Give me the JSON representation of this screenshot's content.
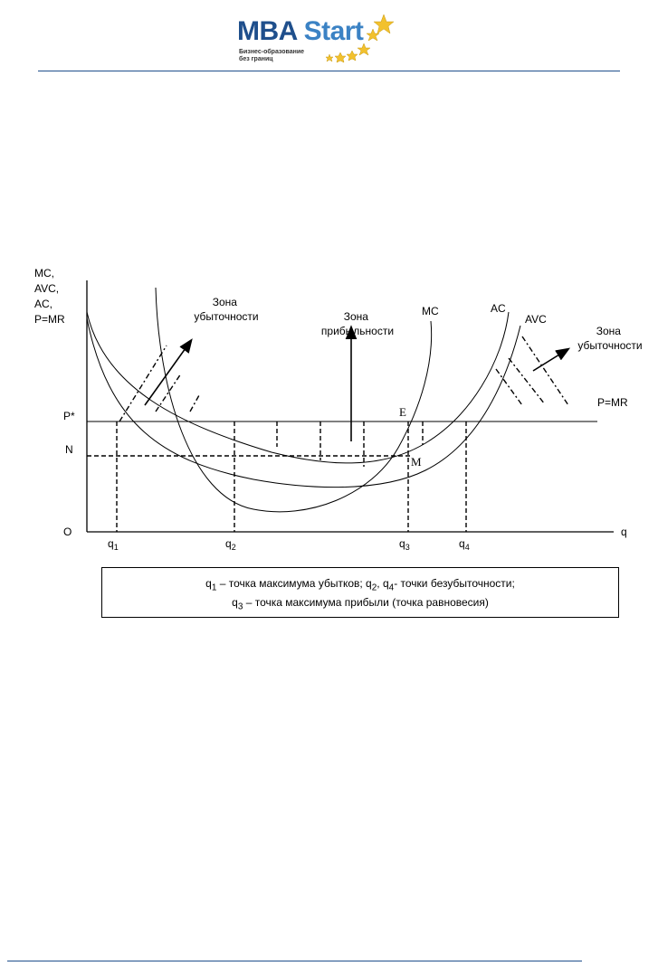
{
  "logo": {
    "brand_part1": "MBA",
    "brand_part2": "Start",
    "tagline_line1": "Бизнес-образование",
    "tagline_line2": "без границ",
    "colors": {
      "dark": "#1f4f8c",
      "light": "#3b82c4",
      "star": "#f2c12e"
    }
  },
  "diagram": {
    "y_axis_label": [
      "MC,",
      "AVC,",
      "AC,",
      "P=MR"
    ],
    "x_axis_label": "q",
    "origin_label": "O",
    "price_label": "P*",
    "n_label": "N",
    "pmr_label": "P=MR",
    "point_e": "E",
    "point_m": "M",
    "curve_mc": "MC",
    "curve_ac": "AC",
    "curve_avc": "AVC",
    "zone_loss_left": [
      "Зона",
      "убыточности"
    ],
    "zone_profit": [
      "Зона",
      "прибыльности"
    ],
    "zone_loss_right": [
      "Зона",
      "убыточности"
    ],
    "ticks": [
      {
        "base": "q",
        "sub": "1"
      },
      {
        "base": "q",
        "sub": "2"
      },
      {
        "base": "q",
        "sub": "3"
      },
      {
        "base": "q",
        "sub": "4"
      }
    ]
  },
  "legend": {
    "line1": [
      {
        "t": "q"
      },
      {
        "t": "1",
        "sub": true
      },
      {
        "t": " – точка максимума убытков; q"
      },
      {
        "t": "2",
        "sub": true
      },
      {
        "t": ", q"
      },
      {
        "t": "4",
        "sub": true
      },
      {
        "t": "- точки безубыточности;"
      }
    ],
    "line2": [
      {
        "t": "q"
      },
      {
        "t": "3",
        "sub": true
      },
      {
        "t": " – точка максимума прибыли (точка равновесия)"
      }
    ]
  }
}
